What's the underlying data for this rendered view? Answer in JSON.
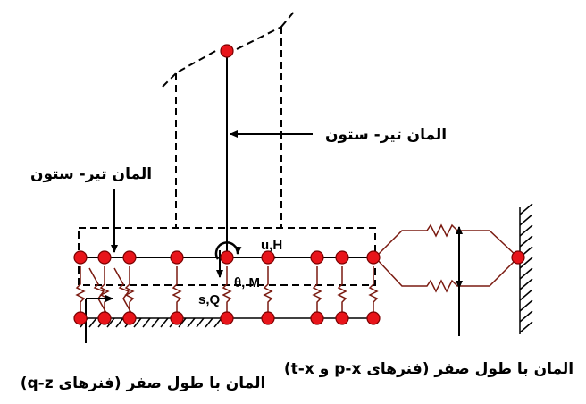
{
  "labels": {
    "column_element_top": "المان تیر- ستون",
    "column_element_left": "المان تیر- ستون",
    "zero_length_left": "المان با طول صفر (فنرهای q-z)",
    "zero_length_right": "المان با طول صفر (فنرهای p-x و t-x)"
  },
  "symbols": {
    "displacement_force": "u,H",
    "settlement_shear": "s,Q",
    "rotation_moment": "θ, M"
  },
  "colors": {
    "node_fill": "#e8141a",
    "node_stroke": "#7a0000",
    "spring": "#7a1a10",
    "line": "#000000"
  }
}
